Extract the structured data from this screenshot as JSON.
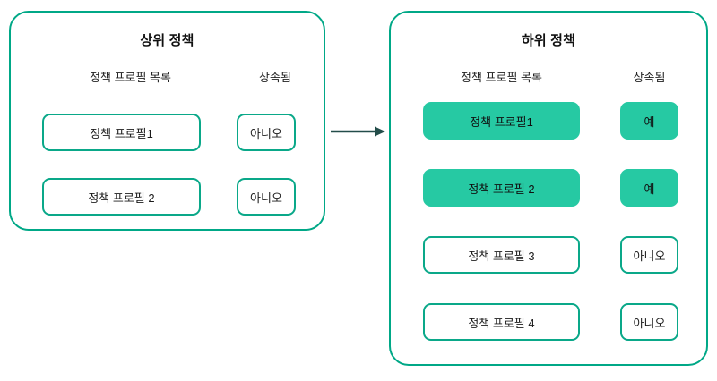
{
  "colors": {
    "panel_border": "#00a887",
    "box_border": "#0aa889",
    "inherited_fill": "#26c9a3",
    "arrow": "#234d4a",
    "text": "#1b1b1b",
    "background": "#ffffff"
  },
  "arrow": {
    "name": "inheritance-arrow",
    "direction": "right",
    "from": "parent-policy-panel",
    "to": "child-policy-panel"
  },
  "panels": [
    {
      "id": "parent-policy",
      "title": "상위 정책",
      "headers": {
        "profiles": "정책 프로필 목록",
        "inherited": "상속됨"
      },
      "rows": [
        {
          "profile": "정책 프로필1",
          "inherited": "아니오",
          "highlighted": false
        },
        {
          "profile": "정책 프로필 2",
          "inherited": "아니오",
          "highlighted": false
        }
      ]
    },
    {
      "id": "child-policy",
      "title": "하위 정책",
      "headers": {
        "profiles": "정책 프로필 목록",
        "inherited": "상속됨"
      },
      "rows": [
        {
          "profile": "정책 프로필1",
          "inherited": "예",
          "highlighted": true
        },
        {
          "profile": "정책 프로필 2",
          "inherited": "예",
          "highlighted": true
        },
        {
          "profile": "정책 프로필 3",
          "inherited": "아니오",
          "highlighted": false
        },
        {
          "profile": "정책 프로필 4",
          "inherited": "아니오",
          "highlighted": false
        }
      ]
    }
  ]
}
